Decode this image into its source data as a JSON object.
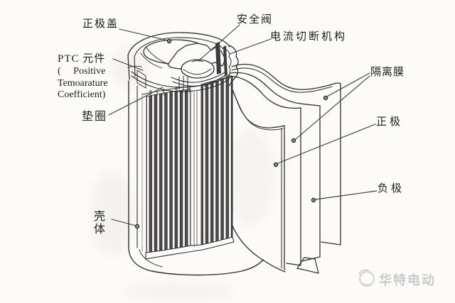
{
  "diagram": {
    "labels": {
      "positive_cap": "正极盖",
      "safety_valve": "安全阀",
      "current_cutoff_mechanism": "电流切断机构",
      "ptc_line1": "PTC 元件",
      "ptc_line2": "(     Positive",
      "ptc_line3": "Temoarature",
      "ptc_line4": "Coefficient)",
      "gasket": "垫圈",
      "casing": "壳体",
      "separator": "隔离膜",
      "positive_electrode": "正极",
      "negative_electrode": "负极"
    },
    "colors": {
      "ink": "#2f2f2f",
      "leader_line": "#3f3f3f",
      "stripe_dark": "#383838",
      "paper": "#fcfbf9",
      "watermark_gray": "#c9c9c9"
    }
  },
  "watermark": {
    "brand_text": "华特电动",
    "logo": "circle-swoosh-logo"
  }
}
